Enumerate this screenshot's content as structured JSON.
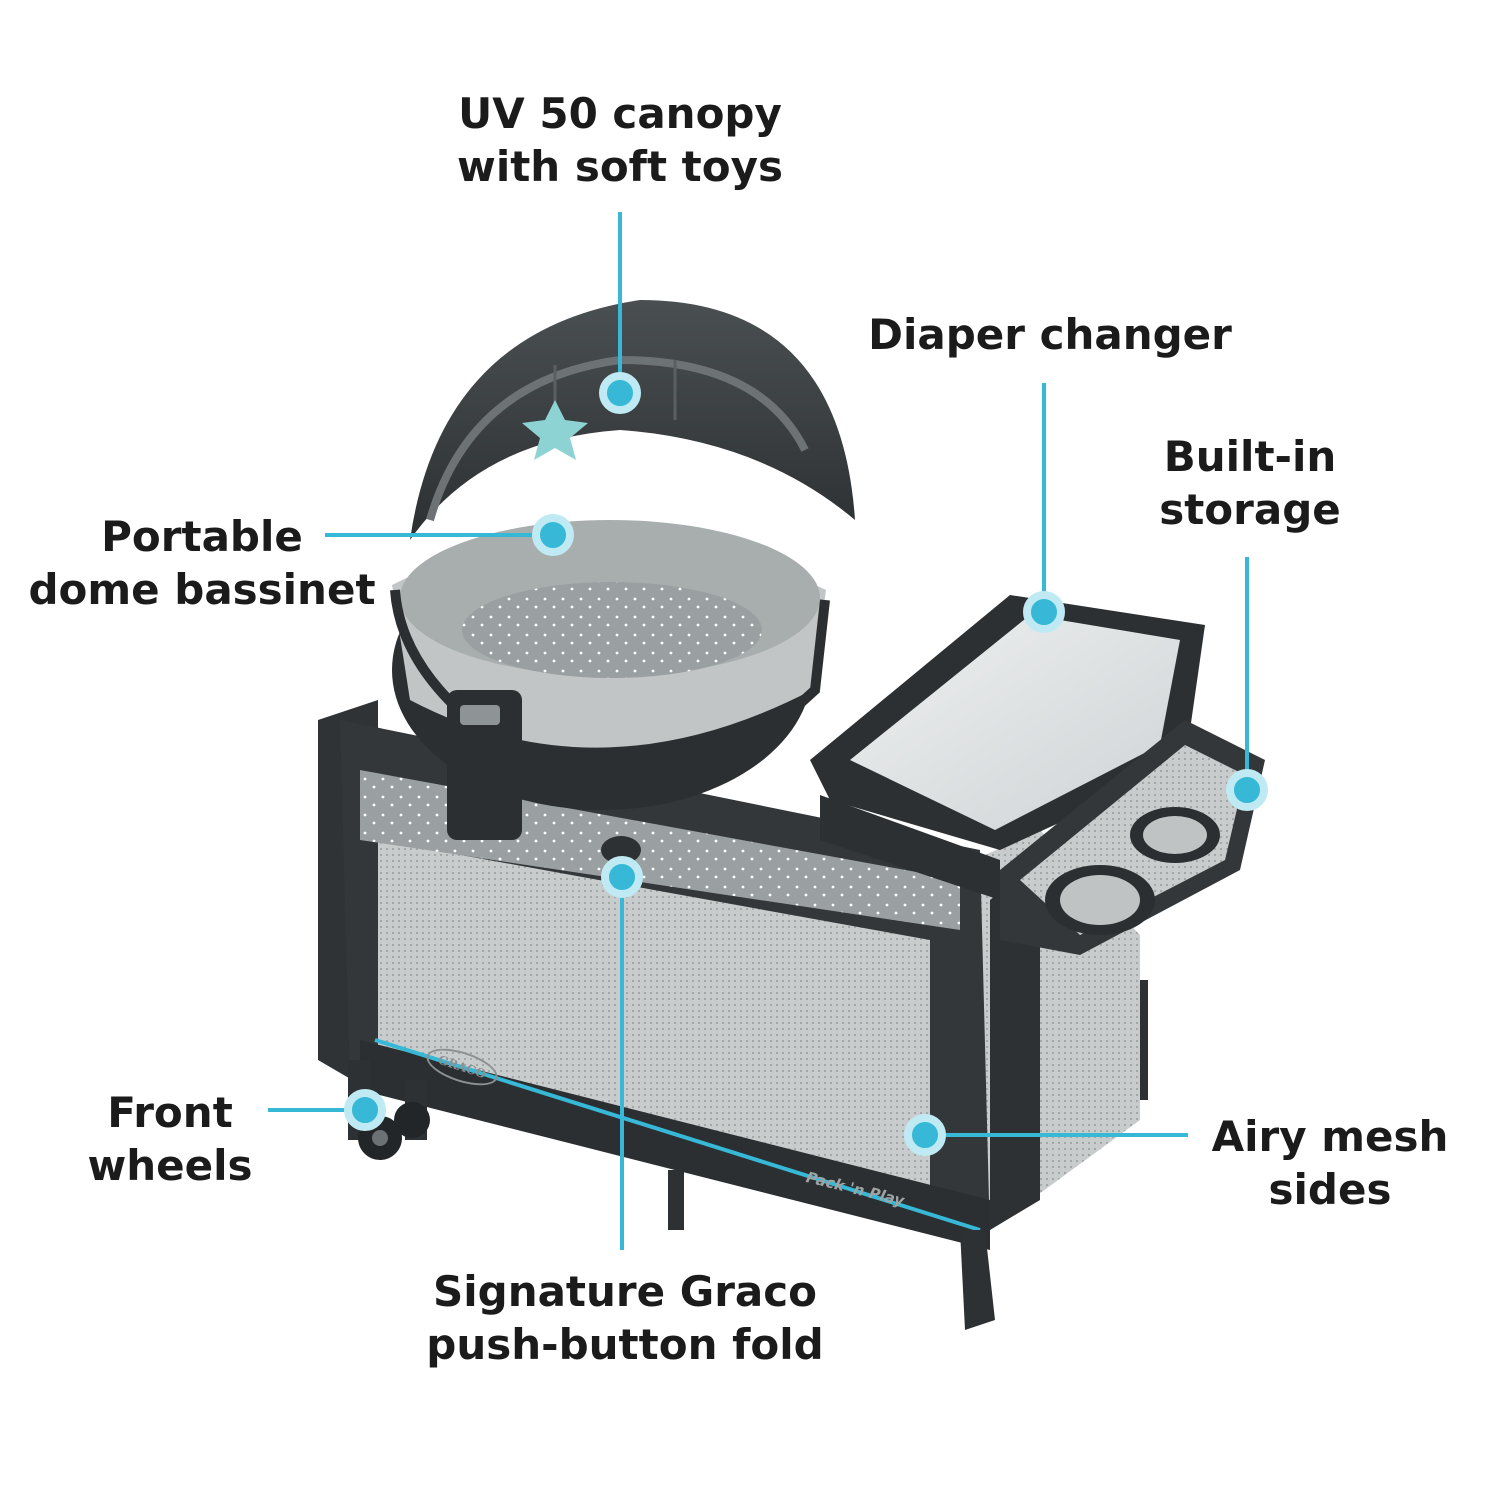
{
  "callouts": {
    "canopy": {
      "line1": "UV 50 canopy",
      "line2": "with soft toys"
    },
    "bassinet": {
      "line1": "Portable",
      "line2": "dome bassinet"
    },
    "changer": {
      "line1": "Diaper changer"
    },
    "storage": {
      "line1": "Built-in",
      "line2": "storage"
    },
    "wheels": {
      "line1": "Front",
      "line2": "wheels"
    },
    "mesh": {
      "line1": "Airy mesh",
      "line2": "sides"
    },
    "fold": {
      "line1": "Signature Graco",
      "line2": "push-button fold"
    }
  },
  "product_marks": {
    "brand_logo": "GRACO",
    "model_logo": "Pack 'n Play"
  },
  "colors": {
    "accent": "#36b8d6",
    "frame": "#2d3133",
    "fabric_dark": "#3b3f41",
    "mesh": "#c5c8c8",
    "text": "#1b1b1b"
  }
}
